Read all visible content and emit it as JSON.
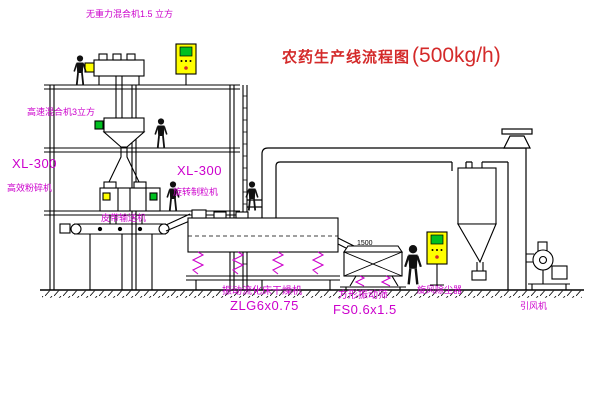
{
  "title": {
    "text": "农药生产线流程图",
    "capacity": "(500kg/h)"
  },
  "labels": {
    "top_mixer": "无重力混合机1.5 立方",
    "high_speed_mixer": "高速混合机3立方",
    "crusher_model": "XL-300",
    "crusher": "高效粉碎机",
    "granulator_model": "XL-300",
    "granulator": "旋转制粒机",
    "belt_conveyor": "皮带输送机",
    "dryer": "振动流化床干燥机",
    "dryer_model": "ZLG6x0.75",
    "screen": "方形振动筛",
    "screen_model": "FS0.6x1.5",
    "cyclone": "旋风除尘器",
    "fan": "引风机",
    "screen_dim": "1500"
  },
  "colors": {
    "label_magenta": "#cc00cc",
    "title_red": "#d42a2a",
    "line_black": "#000000",
    "panel_yellow": "#ffff00",
    "accent_green": "#00c020",
    "spring_magenta": "#cc00cc"
  }
}
